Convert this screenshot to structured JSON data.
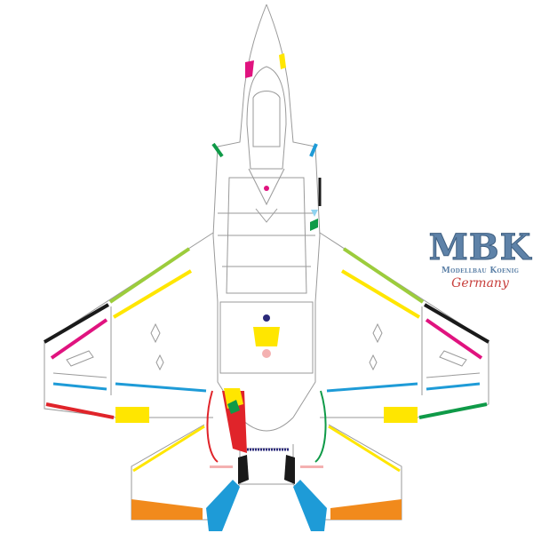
{
  "logo": {
    "brand": "MBK",
    "company": "Modellbau Koenig",
    "country": "Germany"
  },
  "colors": {
    "outline": "#9a9a9a",
    "green_light": "#9ccc3c",
    "yellow": "#ffe600",
    "magenta": "#e0137f",
    "black": "#1a1a1a",
    "blue": "#1e9bd7",
    "red": "#e0242a",
    "green": "#0f9a48",
    "orange": "#f18a1c",
    "navy": "#2b2a7a",
    "pink": "#f4b1b1"
  }
}
